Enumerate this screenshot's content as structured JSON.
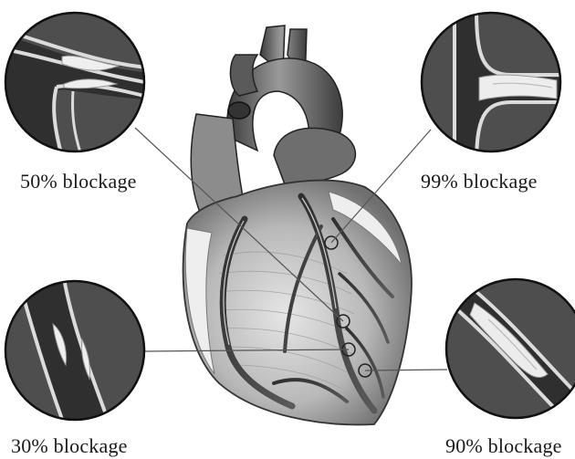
{
  "labels": {
    "top_left": "50% blockage",
    "top_right": "99% blockage",
    "bottom_left": "30% blockage",
    "bottom_right": "90% blockage"
  },
  "colors": {
    "background": "#ffffff",
    "heart_dark": "#4a4a4a",
    "heart_mid": "#8a8a8a",
    "heart_light": "#d6d6d6",
    "plaque": "#e8e8e8",
    "leader_line": "#555555"
  }
}
